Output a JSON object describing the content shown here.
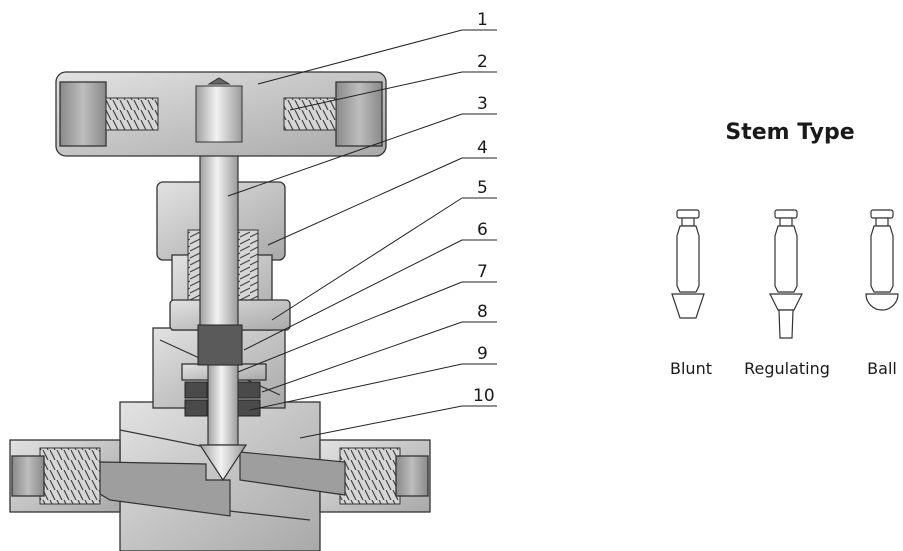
{
  "callouts": [
    {
      "label": "1"
    },
    {
      "label": "2"
    },
    {
      "label": "3"
    },
    {
      "label": "4"
    },
    {
      "label": "5"
    },
    {
      "label": "6"
    },
    {
      "label": "7"
    },
    {
      "label": "8"
    },
    {
      "label": "9"
    },
    {
      "label": "10"
    }
  ],
  "stem_panel": {
    "title": "Stem Type",
    "types": [
      {
        "label": "Blunt",
        "tip": "blunt"
      },
      {
        "label": "Regulating",
        "tip": "regulating"
      },
      {
        "label": "Ball",
        "tip": "ball"
      }
    ]
  }
}
